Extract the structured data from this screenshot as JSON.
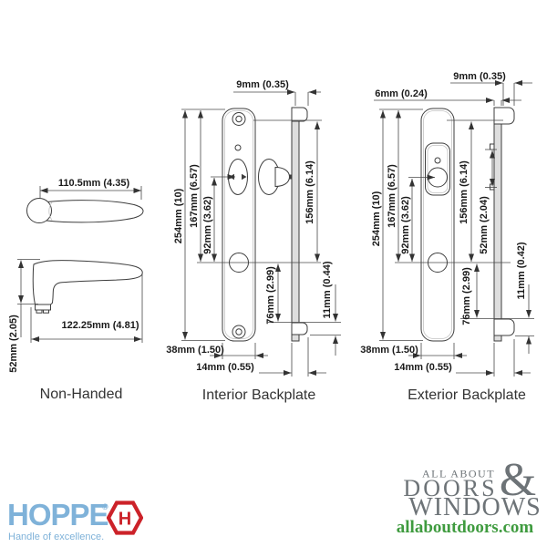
{
  "diagram": {
    "handle": {
      "caption": "Non-Handed",
      "top_length": "110.5mm (4.35)",
      "side_length": "122.25mm (4.81)",
      "side_height": "52mm (2.05)"
    },
    "interior": {
      "caption": "Interior Backplate",
      "cap_depth": "9mm (0.35)",
      "overall_height": "254mm (10)",
      "top_to_cylinder": "167mm (6.57)",
      "handle_to_cylinder": "92mm (3.62)",
      "cap_to_cylinder": "156mm (6.14)",
      "cylinder_to_cap": "76mm (2.99)",
      "cap_height": "11mm (0.44)",
      "width": "38mm (1.50)",
      "depth": "14mm (0.55)"
    },
    "exterior": {
      "caption": "Exterior Backplate",
      "cap_depth": "9mm (0.35)",
      "plate_depth": "6mm (0.24)",
      "overall_height": "254mm (10)",
      "top_to_cylinder": "167mm (6.57)",
      "handle_to_cylinder": "92mm (3.62)",
      "cap_to_cylinder": "156mm (6.14)",
      "boss_span": "52mm (2.04)",
      "cylinder_to_cap": "76mm (2.99)",
      "cap_height": "11mm (0.42)",
      "width": "38mm (1.50)",
      "depth": "14mm (0.55)"
    }
  },
  "branding": {
    "hoppe": {
      "name": "HOPPE",
      "registered": "®",
      "hex_letter": "H",
      "tagline": "Handle of excellence.",
      "blue": "#7fb2d9",
      "red": "#cc2229"
    },
    "aadw": {
      "line1": "ALL ABOUT",
      "ampersand": "&",
      "line2": "DOORS",
      "line3": "WINDOWS",
      "url": "allaboutdoors.com",
      "gray": "#6d7377",
      "green": "#3f9b3f"
    }
  }
}
